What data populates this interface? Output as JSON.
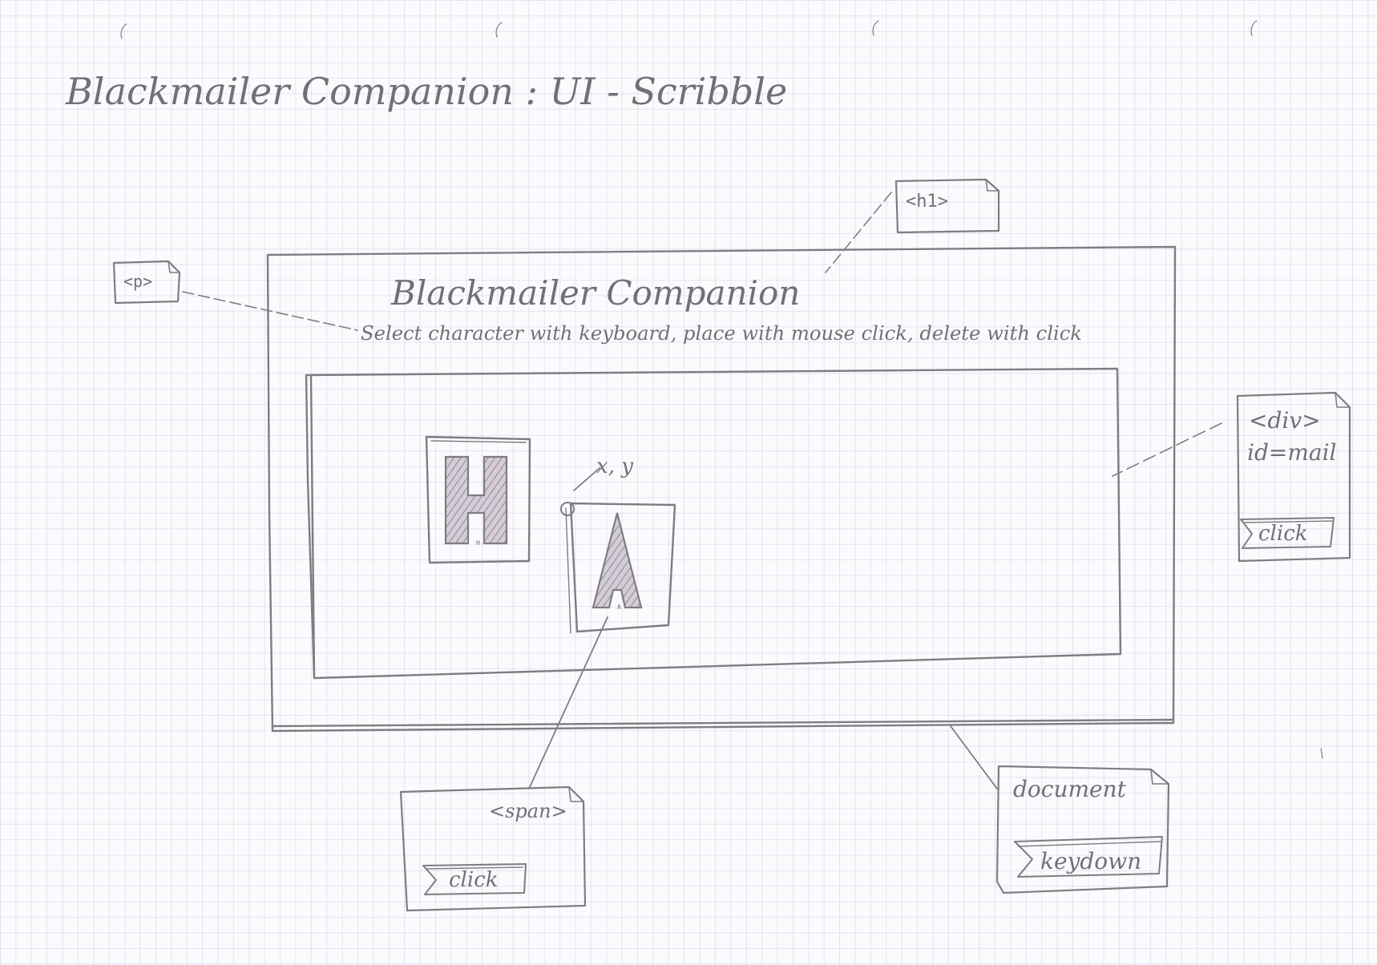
{
  "page_title": "Blackmailer Companion : UI - Scribble",
  "mockup": {
    "heading": "Blackmailer Companion",
    "instructions": "Select character with keyboard, place with mouse click, delete with click",
    "mail_area": {
      "tiles": [
        {
          "letter": "H"
        },
        {
          "letter": "A"
        }
      ],
      "coordinate_label": "x, y"
    }
  },
  "annotations": {
    "h1_tag": "<h1>",
    "p_tag": "<p>",
    "div_tag": "<div>",
    "div_id": "id=mail",
    "div_event": "click",
    "span_tag": "<span>",
    "span_event": "click",
    "document_label": "document",
    "document_event": "keydown"
  },
  "colors": {
    "pencil": "#7d7d82",
    "grid": "#a7aed4",
    "paper": "#fbfbfd",
    "shading": "#c9c2cc"
  }
}
